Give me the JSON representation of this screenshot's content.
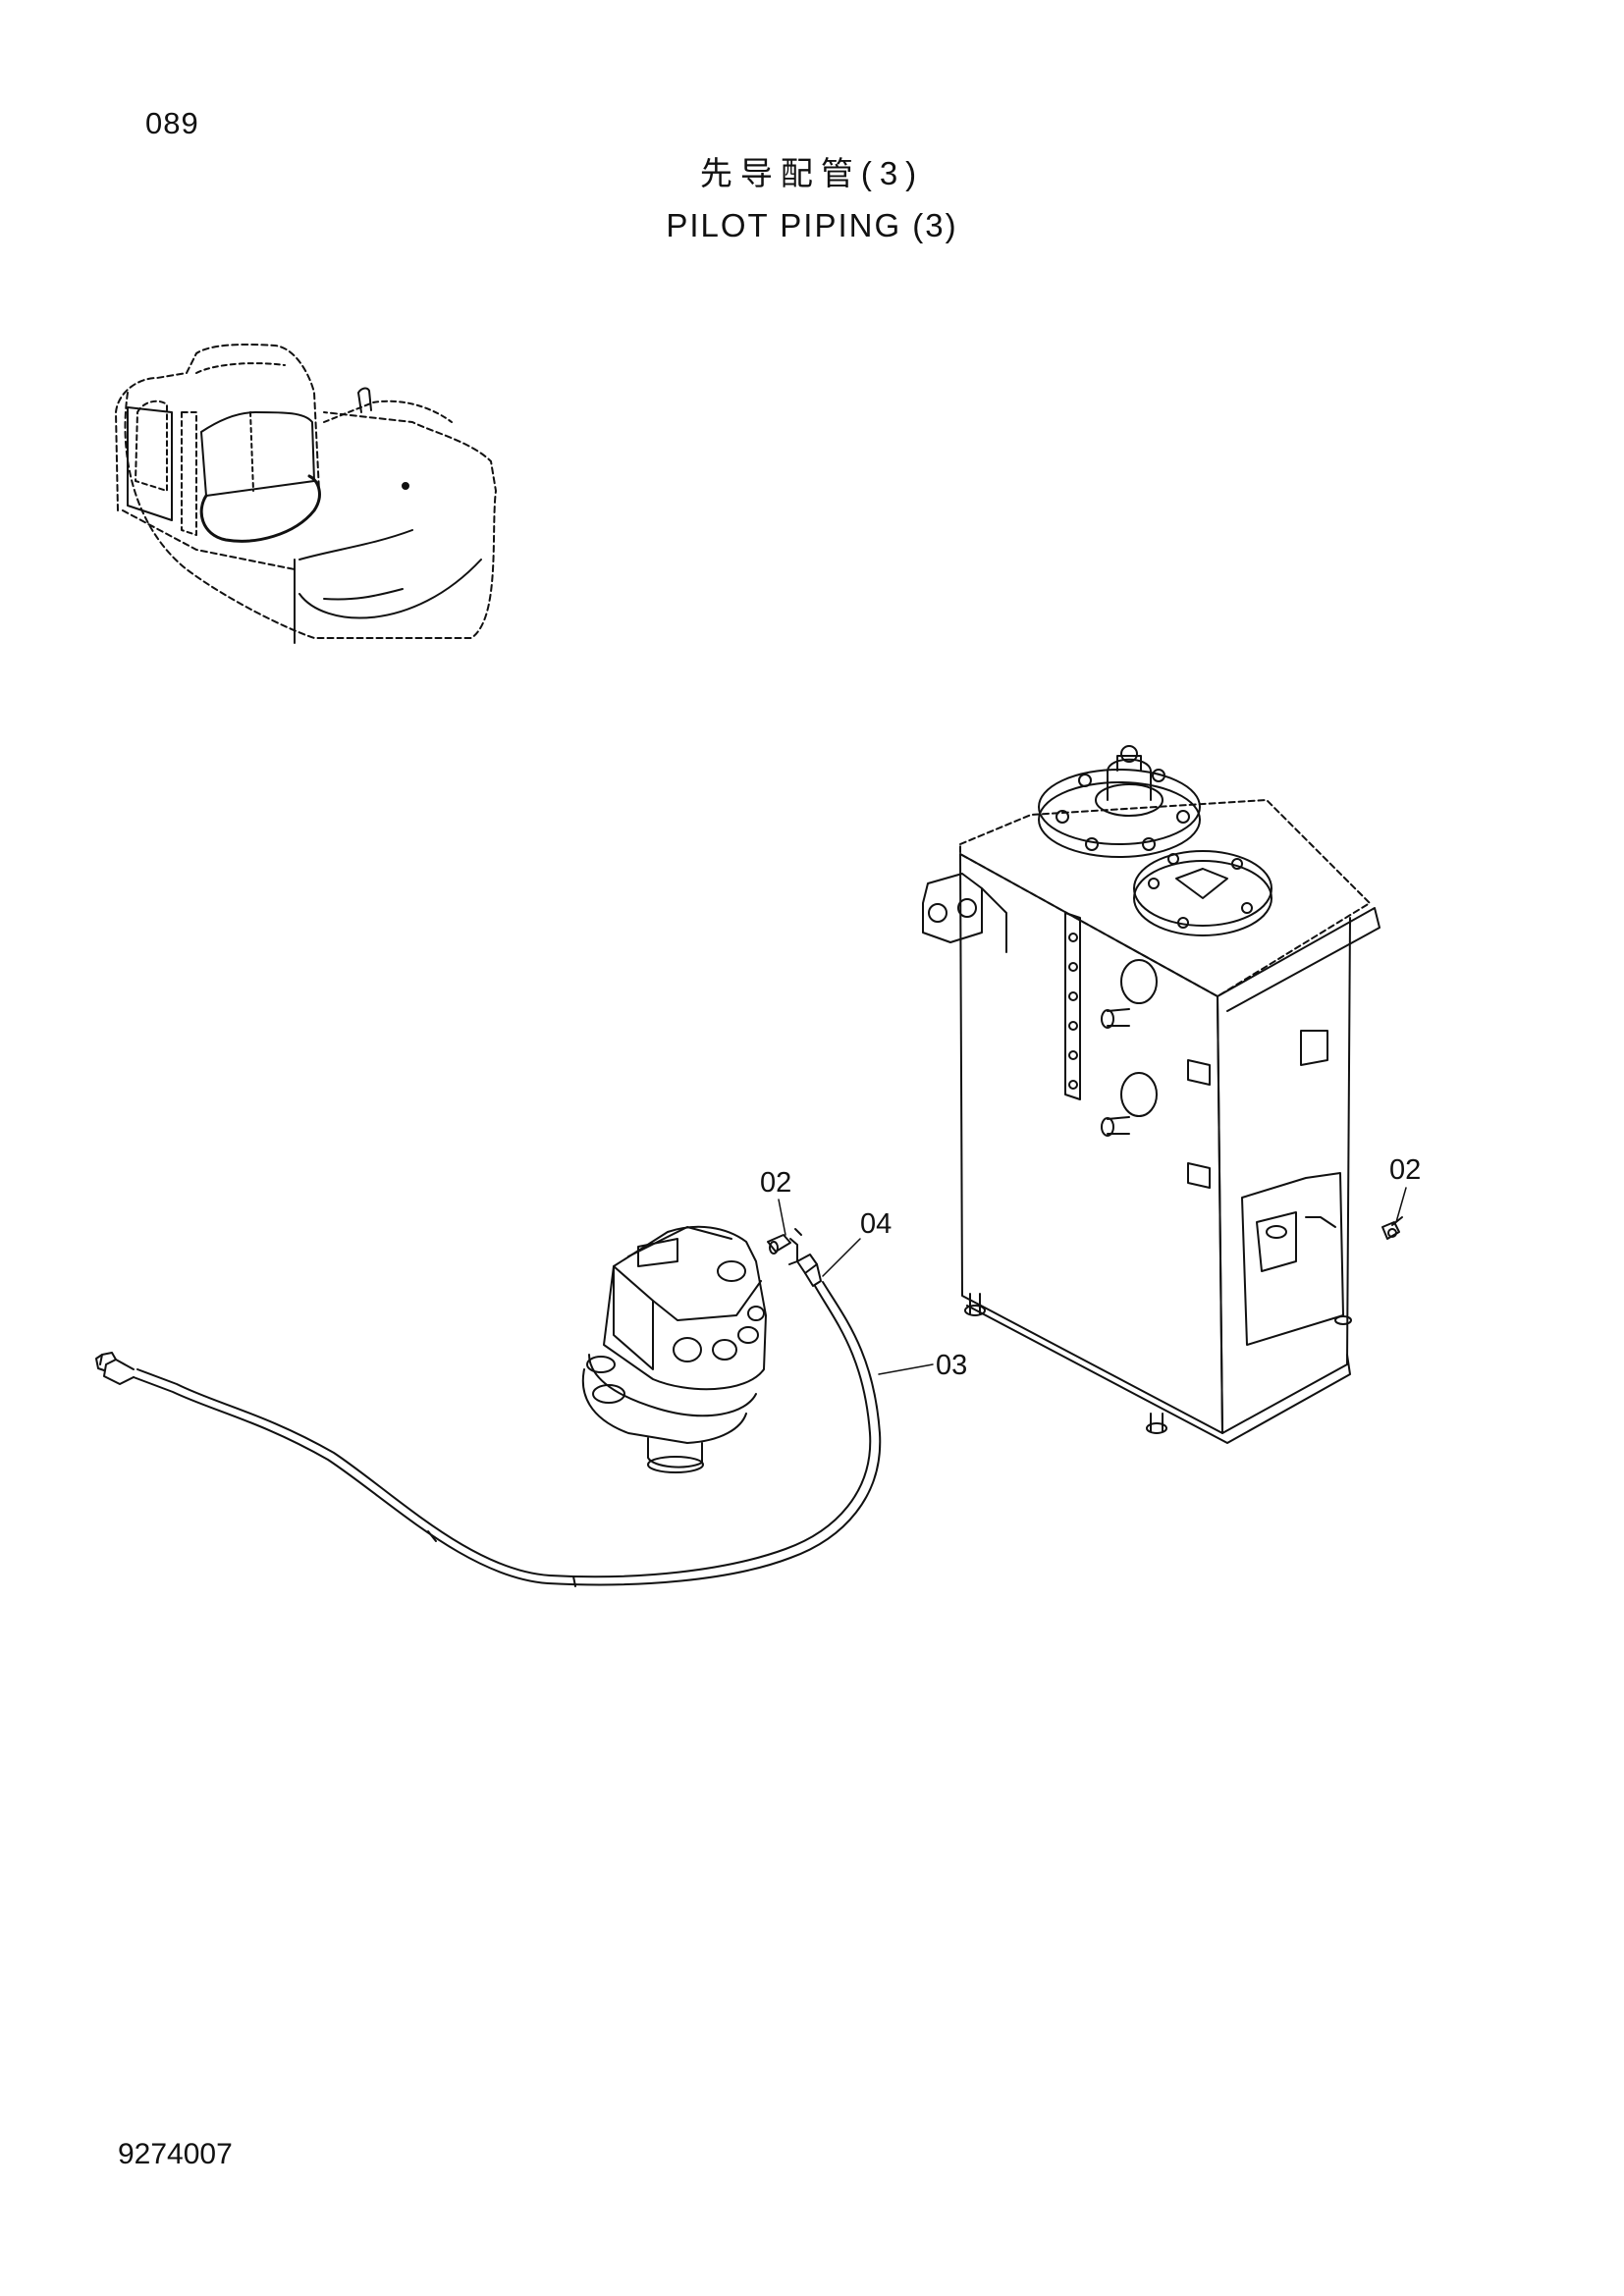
{
  "page_number": "089",
  "title_cn": "先导配管(3)",
  "title_en": "PILOT PIPING (3)",
  "doc_code": "9274007",
  "callouts": {
    "c02_left": "02",
    "c04": "04",
    "c03": "03",
    "c02_right": "02"
  }
}
